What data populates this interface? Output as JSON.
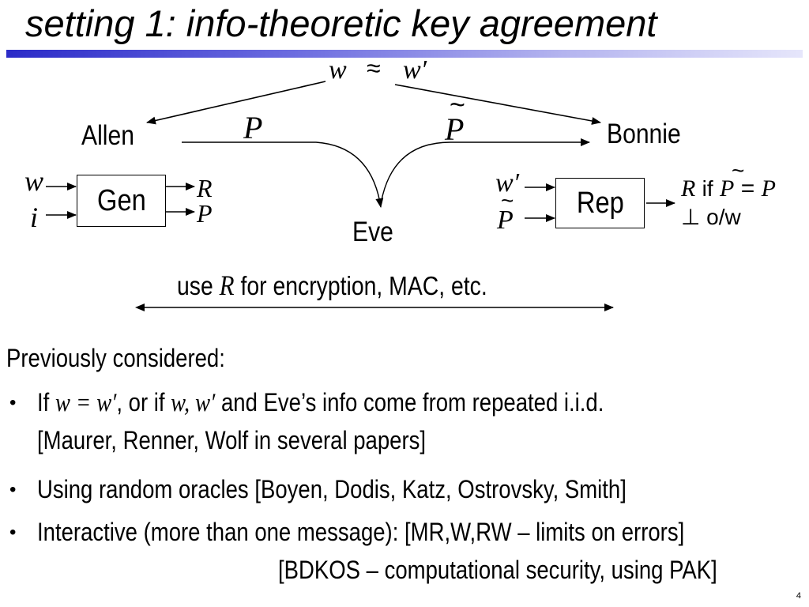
{
  "title": "setting 1: info-theoretic key agreement",
  "diagram": {
    "top_w": "w",
    "top_approx": "≈",
    "top_wprime": "w′",
    "msg_p": "P",
    "msg_ptilde": "P",
    "tilde": "~",
    "allen": "Allen",
    "bonnie": "Bonnie",
    "eve": "Eve",
    "gen": {
      "label": "Gen",
      "in_w": "w",
      "in_i": "i",
      "out_r": "R",
      "out_p": "P"
    },
    "rep": {
      "label": "Rep",
      "in_wprime": "w′",
      "in_ptilde": "P",
      "out_r": "R",
      "out_if": "if",
      "out_cond_p": "P",
      "out_eq": "=",
      "out_cond_p2": "P",
      "out_bot": "⊥",
      "out_ow": "o/w"
    },
    "use_pre": "use",
    "use_r": "R",
    "use_post": "for encryption, MAC, etc."
  },
  "body": {
    "heading": "Previously considered:",
    "bullet_char": "•",
    "b1_if": "If",
    "b1_math1": "w = w′",
    "b1_mid": ", or if",
    "b1_math2": "w, w′",
    "b1_post": "and Eve’s info come from repeated i.i.d.",
    "b1_line2": "[Maurer, Renner, Wolf in several papers]",
    "b2": "Using random oracles [Boyen, Dodis, Katz, Ostrovsky, Smith]",
    "b3_line1": "Interactive (more than one message): [MR,W,RW – limits on errors]",
    "b3_line2": "[BDKOS – computational security, using PAK]"
  },
  "page_number": "4"
}
